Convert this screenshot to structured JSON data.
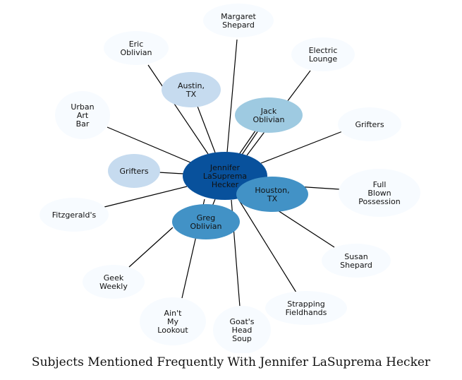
{
  "title": "Subjects Mentioned Frequently With Jennifer LaSuprema Hecker",
  "colors": {
    "hub": "#08519c",
    "strong": "#4292c6",
    "medium": "#9ecae1",
    "light": "#c6dbef",
    "faint": "#f7fbff"
  },
  "hub": {
    "lines": [
      "Jennifer",
      "LaSuprema",
      "Hecker"
    ]
  },
  "nodes": [
    {
      "id": "margaret-shepard",
      "lines": [
        "Margaret",
        "Shepard"
      ],
      "weight": "faint"
    },
    {
      "id": "eric-oblivian",
      "lines": [
        "Eric",
        "Oblivian"
      ],
      "weight": "faint"
    },
    {
      "id": "electric-lounge",
      "lines": [
        "Electric",
        "Lounge"
      ],
      "weight": "faint"
    },
    {
      "id": "austin-tx",
      "lines": [
        "Austin,",
        "TX"
      ],
      "weight": "light"
    },
    {
      "id": "jack-oblivian",
      "lines": [
        "Jack",
        "Oblivian"
      ],
      "weight": "medium"
    },
    {
      "id": "urban-art-bar",
      "lines": [
        "Urban",
        "Art",
        "Bar"
      ],
      "weight": "faint"
    },
    {
      "id": "grifters-right",
      "lines": [
        "Grifters"
      ],
      "weight": "faint"
    },
    {
      "id": "grifters-left",
      "lines": [
        "Grifters"
      ],
      "weight": "light"
    },
    {
      "id": "houston-tx",
      "lines": [
        "Houston,",
        "TX"
      ],
      "weight": "strong"
    },
    {
      "id": "full-blown-possession",
      "lines": [
        "Full",
        "Blown",
        "Possession"
      ],
      "weight": "faint"
    },
    {
      "id": "fitzgeralds",
      "lines": [
        "Fitzgerald's"
      ],
      "weight": "faint"
    },
    {
      "id": "greg-oblivian",
      "lines": [
        "Greg",
        "Oblivian"
      ],
      "weight": "strong"
    },
    {
      "id": "susan-shepard",
      "lines": [
        "Susan",
        "Shepard"
      ],
      "weight": "faint"
    },
    {
      "id": "geek-weekly",
      "lines": [
        "Geek",
        "Weekly"
      ],
      "weight": "faint"
    },
    {
      "id": "strapping-fieldhands",
      "lines": [
        "Strapping",
        "Fieldhands"
      ],
      "weight": "faint"
    },
    {
      "id": "aint-my-lookout",
      "lines": [
        "Ain't",
        "My",
        "Lookout"
      ],
      "weight": "faint"
    },
    {
      "id": "goats-head-soup",
      "lines": [
        "Goat's",
        "Head",
        "Soup"
      ],
      "weight": "faint"
    }
  ]
}
